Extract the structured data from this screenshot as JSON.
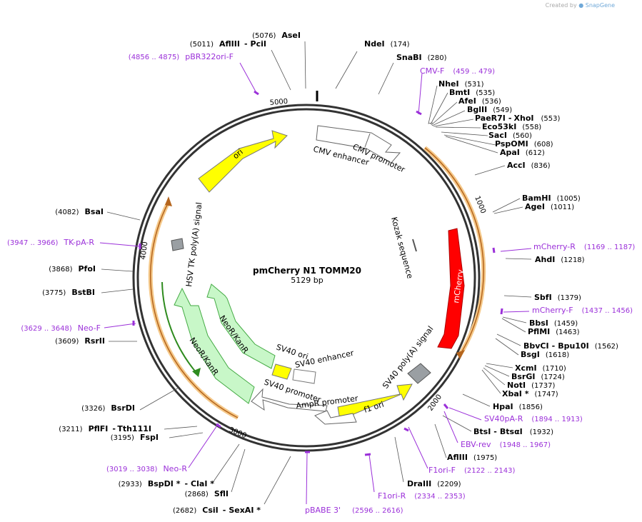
{
  "credit": {
    "prefix": "Created by",
    "brand": "SnapGene"
  },
  "plasmid": {
    "name": "pmCherry N1 TOMM20",
    "size_label": "5129 bp",
    "length": 5129
  },
  "ticks": [
    {
      "label": "1000",
      "pos": 1000
    },
    {
      "label": "2000",
      "pos": 2000
    },
    {
      "label": "3000",
      "pos": 3000
    },
    {
      "label": "4000",
      "pos": 4000
    },
    {
      "label": "5000",
      "pos": 5000
    }
  ],
  "enzymes": [
    {
      "name": "AseI",
      "pos_label": "(5076)",
      "order": "pos-first"
    },
    {
      "name": "AflIII",
      "name2": "PciI",
      "pos_label": "(5011)",
      "order": "pos-first"
    },
    {
      "name": "NdeI",
      "pos_label": "(174)",
      "order": "name-first"
    },
    {
      "name": "SnaBI",
      "pos_label": "(280)",
      "order": "name-first"
    },
    {
      "name": "NheI",
      "pos_label": "(531)",
      "order": "name-first"
    },
    {
      "name": "BmtI",
      "pos_label": "(535)",
      "order": "name-first"
    },
    {
      "name": "AfeI",
      "pos_label": "(536)",
      "order": "name-first"
    },
    {
      "name": "BglII",
      "pos_label": "(549)",
      "order": "name-first"
    },
    {
      "name": "PaeR7I",
      "name2": "XhoI",
      "pos_label": "(553)",
      "order": "name-first"
    },
    {
      "name": "Eco53kI",
      "pos_label": "(558)",
      "order": "name-first"
    },
    {
      "name": "SacI",
      "pos_label": "(560)",
      "order": "name-first"
    },
    {
      "name": "PspOMI",
      "pos_label": "(608)",
      "order": "name-first"
    },
    {
      "name": "ApaI",
      "pos_label": "(612)",
      "order": "name-first"
    },
    {
      "name": "AccI",
      "pos_label": "(836)",
      "order": "name-first"
    },
    {
      "name": "BamHI",
      "pos_label": "(1005)",
      "order": "name-first"
    },
    {
      "name": "AgeI",
      "pos_label": "(1011)",
      "order": "name-first"
    },
    {
      "name": "AhdI",
      "pos_label": "(1218)",
      "order": "name-first"
    },
    {
      "name": "SbfI",
      "pos_label": "(1379)",
      "order": "name-first"
    },
    {
      "name": "BbsI",
      "pos_label": "(1459)",
      "order": "name-first"
    },
    {
      "name": "PflMI",
      "pos_label": "(1463)",
      "order": "name-first"
    },
    {
      "name": "BbvCI",
      "name2": "Bpu10I",
      "pos_label": "(1562)",
      "order": "name-first"
    },
    {
      "name": "BsgI",
      "pos_label": "(1618)",
      "order": "name-first"
    },
    {
      "name": "XcmI",
      "pos_label": "(1710)",
      "order": "name-first"
    },
    {
      "name": "BsrGI",
      "pos_label": "(1724)",
      "order": "name-first"
    },
    {
      "name": "NotI",
      "pos_label": "(1737)",
      "order": "name-first"
    },
    {
      "name": "XbaI *",
      "pos_label": "(1747)",
      "order": "name-first"
    },
    {
      "name": "HpaI",
      "pos_label": "(1856)",
      "order": "name-first"
    },
    {
      "name": "BtsI",
      "name2": "BtsαI",
      "pos_label": "(1932)",
      "order": "name-first"
    },
    {
      "name": "AflIII",
      "pos_label": "(1975)",
      "order": "name-first"
    },
    {
      "name": "DraIII",
      "pos_label": "(2209)",
      "order": "name-first"
    },
    {
      "name": "CsiI",
      "name2": "SexAI *",
      "pos_label": "(2682)",
      "order": "pos-first"
    },
    {
      "name": "SflI",
      "pos_label": "(2868)",
      "order": "pos-first"
    },
    {
      "name": "BspDI *",
      "name2": "ClaI *",
      "pos_label": "(2933)",
      "order": "pos-first"
    },
    {
      "name": "FspI",
      "pos_label": "(3195)",
      "order": "pos-first"
    },
    {
      "name": "PflFI",
      "name2": "Tth111I",
      "pos_label": "(3211)",
      "order": "pos-first"
    },
    {
      "name": "BsrDI",
      "pos_label": "(3326)",
      "order": "pos-first"
    },
    {
      "name": "RsrII",
      "pos_label": "(3609)",
      "order": "pos-first"
    },
    {
      "name": "BstBI",
      "pos_label": "(3775)",
      "order": "pos-first"
    },
    {
      "name": "PfoI",
      "pos_label": "(3868)",
      "order": "pos-first"
    },
    {
      "name": "BsaI",
      "pos_label": "(4082)",
      "order": "pos-first"
    }
  ],
  "primers": [
    {
      "name": "pBR322ori-F",
      "range": "(4856 .. 4875)",
      "order": "pos-first"
    },
    {
      "name": "CMV-F",
      "range": "(459 .. 479)",
      "order": "name-first"
    },
    {
      "name": "mCherry-R",
      "range": "(1169 .. 1187)",
      "order": "name-first"
    },
    {
      "name": "mCherry-F",
      "range": "(1437 .. 1456)",
      "order": "name-first"
    },
    {
      "name": "SV40pA-R",
      "range": "(1894 .. 1913)",
      "order": "name-first"
    },
    {
      "name": "EBV-rev",
      "range": "(1948 .. 1967)",
      "order": "name-first"
    },
    {
      "name": "F1ori-F",
      "range": "(2122 .. 2143)",
      "order": "name-first"
    },
    {
      "name": "F1ori-R",
      "range": "(2334 .. 2353)",
      "order": "name-first"
    },
    {
      "name": "pBABE 3'",
      "range": "(2596 .. 2616)",
      "order": "name-first"
    },
    {
      "name": "Neo-R",
      "range": "(3019 .. 3038)",
      "order": "pos-first"
    },
    {
      "name": "Neo-F",
      "range": "(3629 .. 3648)",
      "order": "pos-first"
    },
    {
      "name": "TK-pA-R",
      "range": "(3947 .. 3966)",
      "order": "pos-first"
    }
  ],
  "features": [
    {
      "name": "CMV enhancer",
      "color": "#ffffff"
    },
    {
      "name": "CMV promoter",
      "color": "#ffffff"
    },
    {
      "name": "Kozak sequence",
      "color": "#ffffff"
    },
    {
      "name": "mCherry",
      "color": "#ff0000"
    },
    {
      "name": "SV40 poly(A) signal",
      "color": "#9a9fa3"
    },
    {
      "name": "f1 ori",
      "color": "#ffff00"
    },
    {
      "name": "AmpR promoter",
      "color": "#ffffff"
    },
    {
      "name": "SV40 promoter",
      "color": "#ffffff"
    },
    {
      "name": "SV40 ori",
      "color": "#ffff00"
    },
    {
      "name": "SV40 enhancer",
      "color": "#ffffff"
    },
    {
      "name": "NeoR/KanR",
      "color": "#c8f7c8"
    },
    {
      "name": "NeoR/KanR",
      "color": "#c8f7c8"
    },
    {
      "name": "HSV TK poly(A) signal",
      "color": "#9a9fa3"
    },
    {
      "name": "ori",
      "color": "#ffff00"
    }
  ],
  "colors": {
    "primer": "#9b30d9",
    "orf": "#f3a63a",
    "neo_arrow": "#2e8b1e",
    "backbone": "#333333"
  }
}
